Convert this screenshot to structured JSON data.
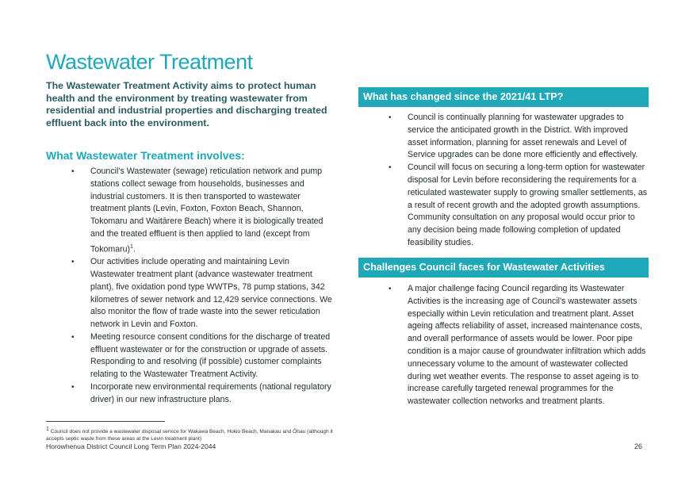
{
  "page": {
    "title": "Wastewater Treatment",
    "intro": "The Wastewater Treatment Activity aims to protect human health and the environment by treating wastewater from residential and industrial properties and discharging treated effluent back into the environment.",
    "involves_heading": "What Wastewater Treatment involves:",
    "involves_items": [
      {
        "text": "Council’s Wastewater (sewage) reticulation network and pump stations collect sewage from households, businesses and industrial customers.  It is then transported to wastewater treatment plants (Levin, Foxton, Foxton Beach, Shannon, Tokomaru and Waitārere Beach) where it is biologically treated and the treated effluent is then applied to land (except from Tokomaru)",
        "sup": "1",
        "tail": "."
      },
      {
        "text": "Our activities include operating and maintaining Levin Wastewater treatment plant (advance wastewater treatment plant), five oxidation pond type WWTPs, 78 pump stations, 342 kilometres of sewer network and 12,429 service connections. We also monitor the flow of trade waste into the sewer reticulation network in Levin and Foxton.",
        "sup": "",
        "tail": ""
      },
      {
        "text": "Meeting resource consent conditions for the discharge of treated effluent wastewater or for the construction or upgrade of assets. Responding to and resolving (if possible) customer complaints relating to the Wastewater Treatment Activity.",
        "sup": "",
        "tail": ""
      },
      {
        "text": "Incorporate new environmental requirements (national regulatory driver) in our new infrastructure plans.",
        "sup": "",
        "tail": ""
      }
    ],
    "changed_heading": "What has changed since the 2021/41 LTP?",
    "changed_items": [
      {
        "text": "Council is continually planning for wastewater upgrades to service the anticipated growth in the District.  With improved asset information, planning for asset renewals and Level of Service upgrades can be done more efficiently and effectively."
      },
      {
        "text": "Council will focus on securing a long-term option for wastewater disposal for Levin before reconsidering the requirements for a reticulated wastewater supply to growing smaller settlements, as a result of recent growth and the adopted growth assumptions. Community consultation on any proposal would occur prior to any decision being made following completion of updated feasibility studies."
      }
    ],
    "challenges_heading": "Challenges Council faces for Wastewater Activities",
    "challenges_items": [
      {
        "text": "A major challenge facing Council regarding its Wastewater Activities is the increasing age of Council’s wastewater assets especially within Levin reticulation and treatment plant. Asset ageing affects reliability of asset, increased maintenance costs, and overall performance of assets would be lower. Poor pipe condition is a major cause of groundwater infiltration which adds unnecessary volume to the amount of wastewater collected during wet weather events. The response to asset ageing is to increase carefully targeted renewal programmes for the wastewater collection networks and treatment plants."
      }
    ],
    "bullet": "•",
    "footnote_marker": "1",
    "footnote": " Council does not provide a wastewater disposal service for Wakawa Beach, Hokio Beach, Manakau and Ōhau (although it accepts septic waste from these areas at the Levin treatment plant)",
    "footer_left": "Horowhenua District Council Long Term Plan 2024-2044",
    "page_number": "26",
    "colors": {
      "accent": "#1fa8b8",
      "intro_text": "#2a5c63",
      "body_text": "#1f2a2c"
    }
  }
}
